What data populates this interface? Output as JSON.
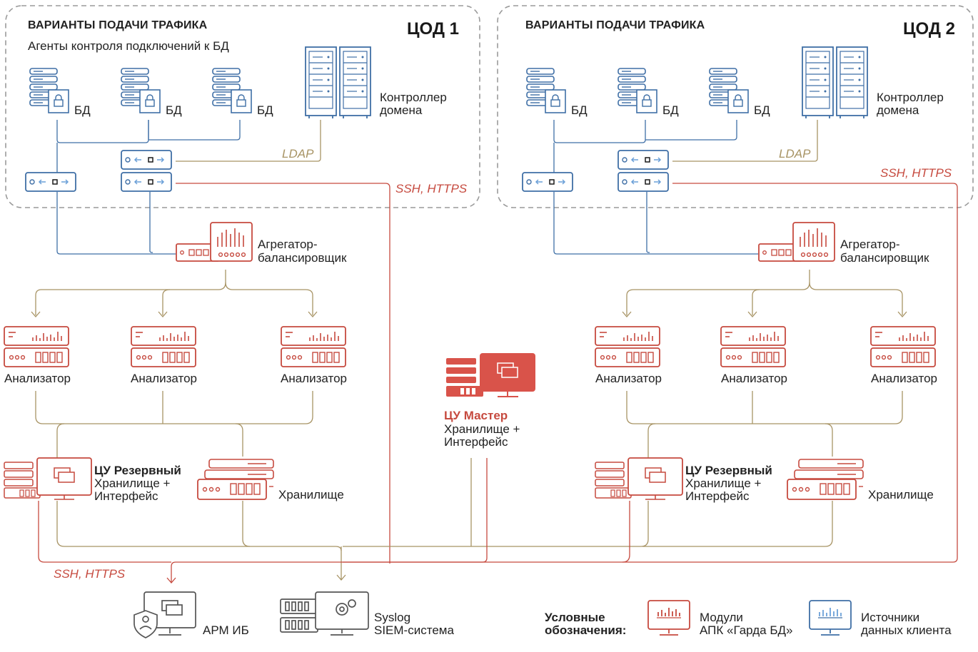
{
  "dc1": {
    "title": "ВАРИАНТЫ ПОДАЧИ ТРАФИКА",
    "name": "ЦОД 1",
    "agents": "Агенты контроля подключений к БД",
    "db_labels": [
      "БД",
      "БД",
      "БД"
    ],
    "domain_controller": [
      "Контроллер",
      "домена"
    ],
    "ldap": "LDAP",
    "ssh": "SSH, HTTPS",
    "aggregator": [
      "Агрегатор-",
      "балансировщик"
    ],
    "analyzers": [
      "Анализатор",
      "Анализатор",
      "Анализатор"
    ],
    "reserve": [
      "ЦУ Резервный",
      "Хранилище +",
      "Интерфейс"
    ],
    "storage": "Хранилище"
  },
  "dc2": {
    "title": "ВАРИАНТЫ ПОДАЧИ ТРАФИКА",
    "name": "ЦОД 2",
    "db_labels": [
      "БД",
      "БД",
      "БД"
    ],
    "domain_controller": [
      "Контроллер",
      "домена"
    ],
    "ldap": "LDAP",
    "ssh": "SSH, HTTPS",
    "aggregator": [
      "Агрегатор-",
      "балансировщик"
    ],
    "analyzers": [
      "Анализатор",
      "Анализатор",
      "Анализатор"
    ],
    "reserve": [
      "ЦУ Резервный",
      "Хранилище +",
      "Интерфейс"
    ],
    "storage": "Хранилище"
  },
  "master": [
    "ЦУ Мастер",
    "Хранилище +",
    "Интерфейс"
  ],
  "bottom": {
    "ssh": "SSH, HTTPS",
    "arm": "АРМ ИБ",
    "syslog": [
      "Syslog",
      "SIEM-система"
    ]
  },
  "legend": {
    "title": [
      "Условные",
      "обозначения:"
    ],
    "modules": [
      "Модули",
      "АПК «Гарда БД»"
    ],
    "sources": [
      "Источники",
      "данных клиента"
    ]
  },
  "colors": {
    "red": "#c64a3f",
    "blue": "#3f6fa6",
    "tan": "#a89465",
    "dash": "#9a9a9a"
  }
}
